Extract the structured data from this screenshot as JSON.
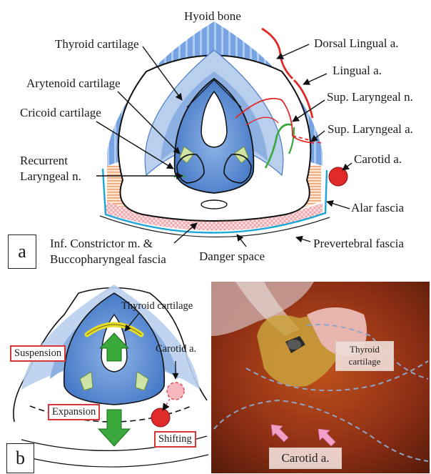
{
  "panel_a": {
    "tag": "a",
    "labels": {
      "hyoid": "Hyoid bone",
      "thyroid": "Thyroid cartilage",
      "arytenoid": "Arytenoid cartilage",
      "cricoid": "Cricoid cartilage",
      "recurrent_1": "Recurrent",
      "recurrent_2": "Laryngeal n.",
      "dorsal_lingual": "Dorsal Lingual a.",
      "lingual": "Lingual a.",
      "sup_lar_n": "Sup. Laryngeal n.",
      "sup_lar_a": "Sup. Laryngeal a.",
      "carotid": "Carotid a.",
      "alar": "Alar fascia",
      "prevertebral": "Prevertebral fascia",
      "danger": "Danger space",
      "inf_con_1": "Inf. Constrictor m. &",
      "inf_con_2": "Buccopharyngeal fascia"
    }
  },
  "panel_b": {
    "tag": "b",
    "labels": {
      "thyroid": "Thyroid cartilage",
      "carotid": "Carotid a.",
      "suspension": "Suspension",
      "expansion": "Expansion",
      "shifting": "Shifting"
    }
  },
  "photo": {
    "thyroid_1": "Thyroid",
    "thyroid_2": "cartilage",
    "carotid": "Carotid a."
  },
  "colors": {
    "blue": "#5b8fd6",
    "red": "#e02a2a",
    "green": "#3aa83a",
    "cyan": "#1aa7d8",
    "stripe": "#f0a070",
    "pink": "#f2a0a8"
  }
}
